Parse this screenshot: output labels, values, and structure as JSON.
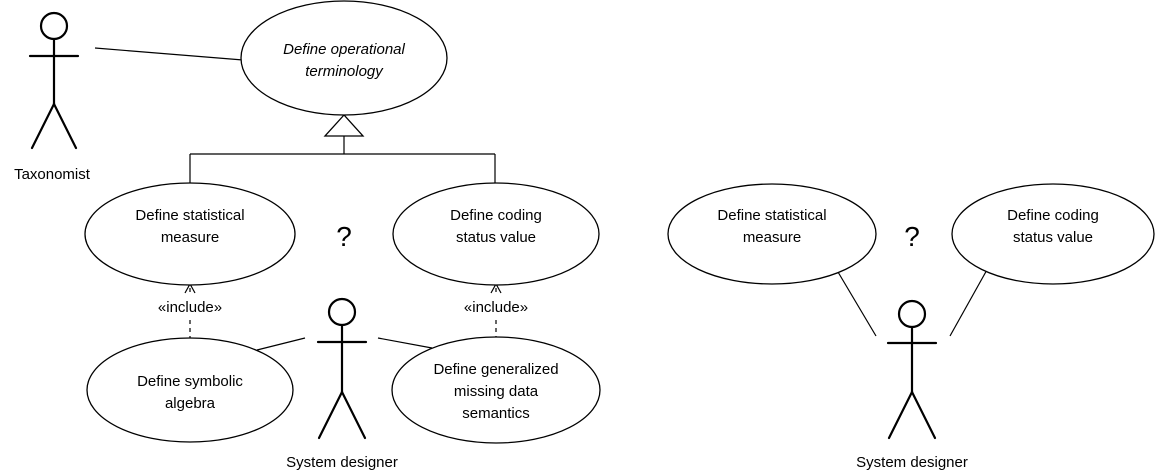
{
  "left_diagram": {
    "general_use_case": [
      "Define operational",
      "terminology"
    ],
    "specific_use_case_1": [
      "Define statistical",
      "measure"
    ],
    "specific_use_case_2": [
      "Define coding",
      "status value"
    ],
    "included_use_case_1": [
      "Define symbolic",
      "algebra"
    ],
    "included_use_case_2": [
      "Define generalized",
      "missing data",
      "semantics"
    ],
    "include_label_1": "«include»",
    "include_label_2": "«include»",
    "question_mark": "?",
    "actor_taxonomist": "Taxonomist",
    "actor_system_designer": "System designer"
  },
  "right_diagram": {
    "use_case_1": [
      "Define statistical",
      "measure"
    ],
    "use_case_2": [
      "Define coding",
      "status value"
    ],
    "question_mark": "?",
    "actor_system_designer": "System designer"
  }
}
